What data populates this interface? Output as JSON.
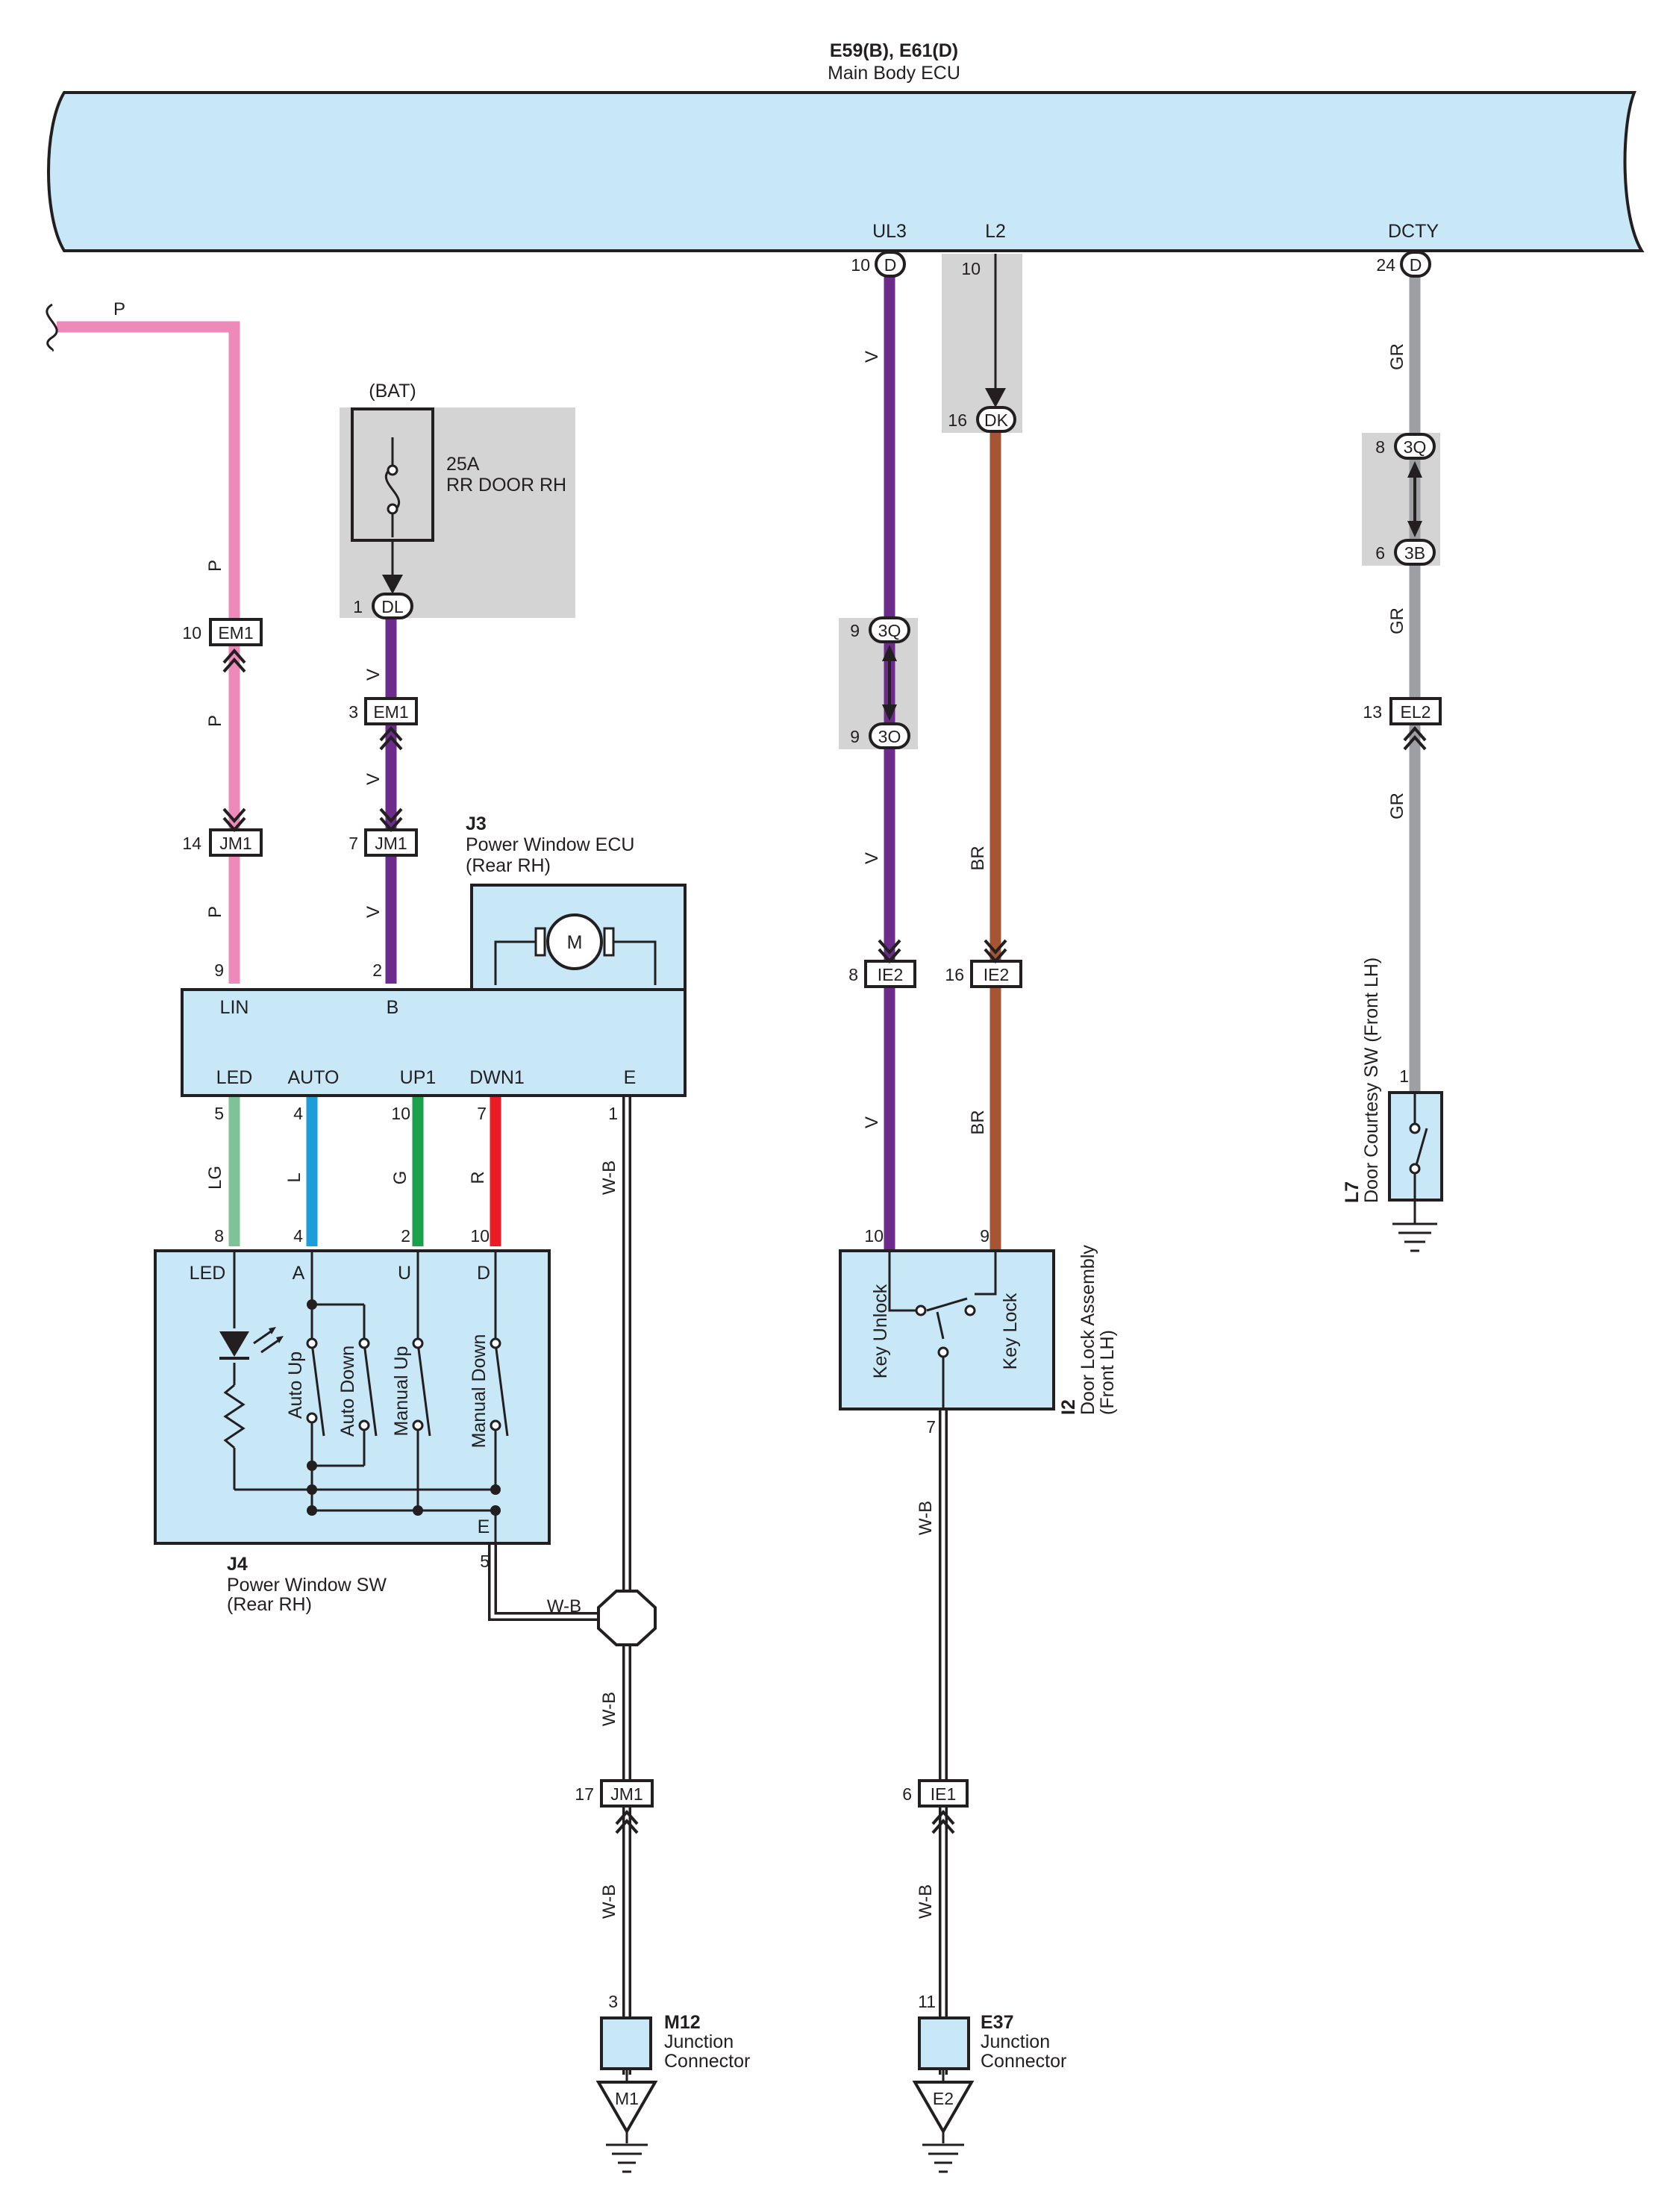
{
  "ecu": {
    "code": "E59(B), E61(D)",
    "name": "Main Body ECU",
    "terminals": {
      "ul3": "UL3",
      "l2": "L2",
      "dcty": "DCTY"
    }
  },
  "colors": {
    "pink": "#ee8ab9",
    "violet": "#6d2c8c",
    "brown": "#a65534",
    "gray": "#9d9fa2",
    "light_green": "#7ec398",
    "blue": "#1e9ddb",
    "green": "#1ba14b",
    "red": "#ec1c24",
    "ecu_fill": "#c8e8f7",
    "shade": "#d4d4d5"
  },
  "wire_codes": {
    "p": "P",
    "v": "V",
    "br": "BR",
    "gr": "GR",
    "lg": "LG",
    "l": "L",
    "g": "G",
    "r": "R",
    "wb": "W-B"
  },
  "fuse": {
    "source": "(BAT)",
    "rating": "25A",
    "name": "RR DOOR RH"
  },
  "connectors": {
    "em1": "EM1",
    "jm1": "JM1",
    "dl": "DL",
    "d": "D",
    "dk": "DK",
    "q3": "3Q",
    "o3": "3O",
    "b3": "3B",
    "ie2": "IE2",
    "ie1": "IE1",
    "el2": "EL2",
    "m1": "M1",
    "e2": "E2"
  },
  "pins": {
    "p1": "1",
    "p2": "2",
    "p3": "3",
    "p4": "4",
    "p5": "5",
    "p6": "6",
    "p7": "7",
    "p8": "8",
    "p9": "9",
    "p10": "10",
    "p11": "11",
    "p13": "13",
    "p14": "14",
    "p16": "16",
    "p17": "17",
    "p24": "24"
  },
  "j3": {
    "code": "J3",
    "name": "Power Window ECU",
    "sub": "(Rear RH)",
    "motor": "M",
    "terminals": {
      "lin": "LIN",
      "b": "B",
      "led": "LED",
      "auto": "AUTO",
      "up1": "UP1",
      "dwn1": "DWN1",
      "e": "E"
    }
  },
  "j4": {
    "code": "J4",
    "name": "Power Window SW",
    "sub": "(Rear RH)",
    "terminals": {
      "led": "LED",
      "a": "A",
      "u": "U",
      "d": "D",
      "e": "E"
    },
    "switches": {
      "auto_up": "Auto Up",
      "auto_down": "Auto Down",
      "manual_up": "Manual Up",
      "manual_down": "Manual Down"
    }
  },
  "i2": {
    "code": "I2",
    "name": "Door Lock Assembly",
    "sub": "(Front LH)",
    "switches": {
      "key_unlock": "Key Unlock",
      "key_lock": "Key Lock"
    }
  },
  "l7": {
    "code": "L7",
    "name": "Door Courtesy SW (Front LH)"
  },
  "m12": {
    "code": "M12",
    "name": "Junction",
    "sub": "Connector"
  },
  "e37": {
    "code": "E37",
    "name": "Junction",
    "sub": "Connector"
  }
}
